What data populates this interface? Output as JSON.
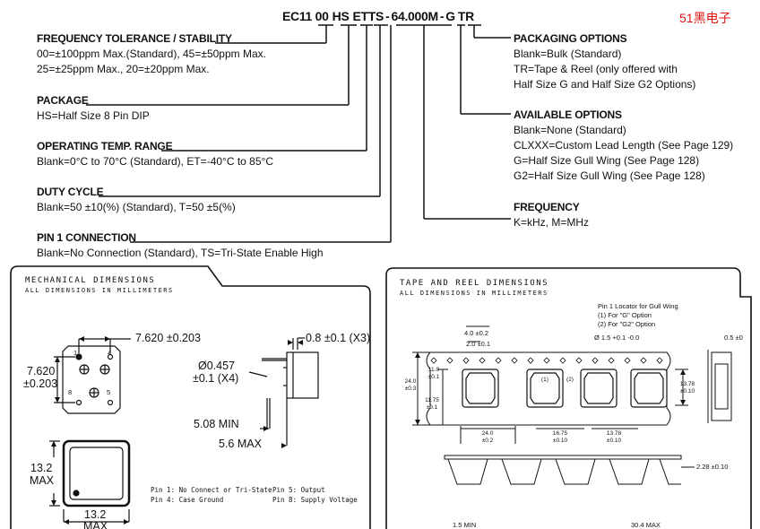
{
  "part_number": {
    "prefix": "EC11",
    "segments": [
      "00",
      "HS",
      "ET",
      "TS",
      "-",
      "64.000M",
      "-",
      "G",
      "TR"
    ]
  },
  "watermark": "51黑电子",
  "left_groups": [
    {
      "heading": "FREQUENCY TOLERANCE / STABILITY",
      "lines": [
        "00=±100ppm Max.(Standard), 45=±50ppm Max.",
        "25=±25ppm Max., 20=±20ppm Max."
      ]
    },
    {
      "heading": "PACKAGE",
      "lines": [
        "HS=Half Size 8 Pin DIP"
      ]
    },
    {
      "heading": "OPERATING TEMP. RANGE",
      "lines": [
        "Blank=0°C to 70°C (Standard), ET=-40°C to 85°C"
      ]
    },
    {
      "heading": "DUTY CYCLE",
      "lines": [
        "Blank=50 ±10(%) (Standard), T=50 ±5(%)"
      ]
    },
    {
      "heading": "PIN 1 CONNECTION",
      "lines": [
        "Blank=No Connection (Standard), TS=Tri-State Enable High"
      ]
    }
  ],
  "right_groups": [
    {
      "heading": "PACKAGING OPTIONS",
      "lines": [
        "Blank=Bulk (Standard)",
        "TR=Tape & Reel (only offered with",
        "Half Size G and Half Size G2 Options)"
      ]
    },
    {
      "heading": "AVAILABLE OPTIONS",
      "lines": [
        "Blank=None (Standard)",
        "CLXXX=Custom Lead Length (See Page 129)",
        "G=Half Size Gull Wing (See Page 128)",
        "G2=Half Size Gull Wing (See Page 128)"
      ]
    },
    {
      "heading": "FREQUENCY",
      "lines": [
        "K=kHz, M=MHz"
      ]
    }
  ],
  "mech_panel": {
    "title": "MECHANICAL DIMENSIONS",
    "subtitle": "ALL DIMENSIONS IN MILLIMETERS",
    "dims": {
      "pin_spacing": "7.620 ±0.203",
      "pin_spacing_side_a": "7.620",
      "pin_spacing_side_b": "±0.203",
      "lead_thickness": "0.8 ±0.1 (X3)",
      "lead_dia_a": "Ø0.457",
      "lead_dia_b": "±0.1 (X4)",
      "lead_min": "5.08 MIN",
      "height_max": "5.6 MAX",
      "body_side_a": "13.2",
      "body_side_b": "MAX",
      "body_bottom_a": "13.2",
      "body_bottom_b": "MAX"
    },
    "pin_labels": [
      "1",
      "4",
      "8",
      "5"
    ],
    "pin_notes": [
      "Pin 1: No Connect or Tri-State",
      "Pin 4: Case Ground",
      "Pin 5: Output",
      "Pin 8: Supply Voltage"
    ]
  },
  "tape_panel": {
    "title": "TAPE AND REEL DIMENSIONS",
    "subtitle": "ALL DIMENSIONS IN MILLIMETERS",
    "locator": [
      "Pin 1 Locator for Gull Wing",
      "(1) For \"G\" Option",
      "(2) For \"G2\" Option"
    ],
    "dims": {
      "d1": "4.0 ±0.2",
      "d2": "2.0 ±0.1",
      "d3": "Ø 1.5 +0.1 -0.0",
      "d4": "0.5 ±0",
      "d5a": "11.0",
      "d5b": "±0.1",
      "d6a": "24.0",
      "d6b": "±0.3",
      "d7a": "11.75",
      "d7b": "±0.1",
      "d8a": "13.78",
      "d8b": "±0.10",
      "d9a": "24.0",
      "d9b": "±0.2",
      "d10a": "16.75",
      "d10b": "±0.10",
      "d11a": "13.78",
      "d11b": "±0.10",
      "d12": "2.28 ±0.10",
      "d13": "1.5 MIN",
      "d14": "30.4 MAX"
    },
    "pocket_labels": [
      "(1)",
      "(2)"
    ]
  }
}
